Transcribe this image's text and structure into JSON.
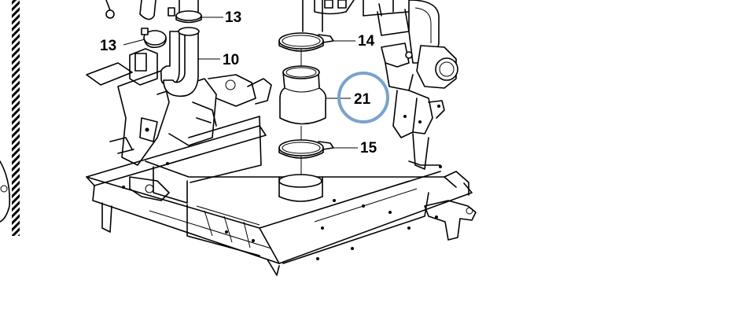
{
  "callouts": {
    "c13a": "13",
    "c13b": "13",
    "c10": "10",
    "c14": "14",
    "c21": "21",
    "c15": "15"
  },
  "highlight": {
    "target": "21",
    "color": "#7aa3cc"
  }
}
